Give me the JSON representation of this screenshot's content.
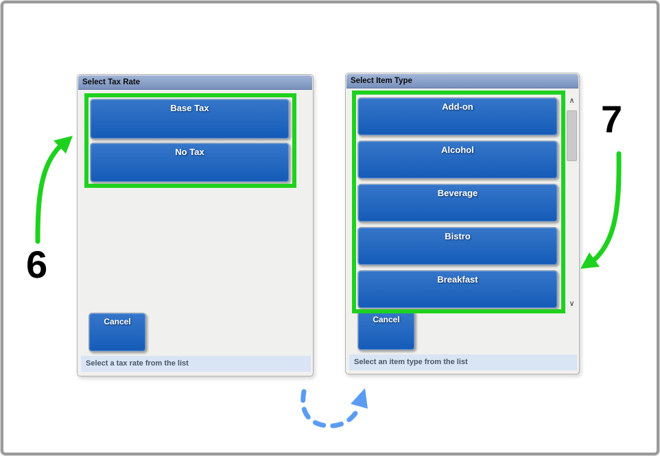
{
  "colors": {
    "button_blue": "#1560c1",
    "highlight_green": "#1fd11f",
    "title_bar_blue": "#7e99c8",
    "status_bar_blue": "#d9e4f4",
    "swap_arrow_blue": "#5b9cf3"
  },
  "tax_dialog": {
    "title": "Select Tax Rate",
    "options": [
      "Base Tax",
      "No Tax"
    ],
    "cancel_label": "Cancel",
    "status": "Select a tax rate from the list"
  },
  "item_dialog": {
    "title": "Select Item Type",
    "options": [
      "Add-on",
      "Alcohol",
      "Beverage",
      "Bistro",
      "Breakfast"
    ],
    "cancel_label": "Cancel",
    "status": "Select an item type from the list"
  },
  "scrollbar": {
    "up_glyph": "∧",
    "down_glyph": "∨"
  },
  "annotations": {
    "step_left": "6",
    "step_right": "7"
  }
}
